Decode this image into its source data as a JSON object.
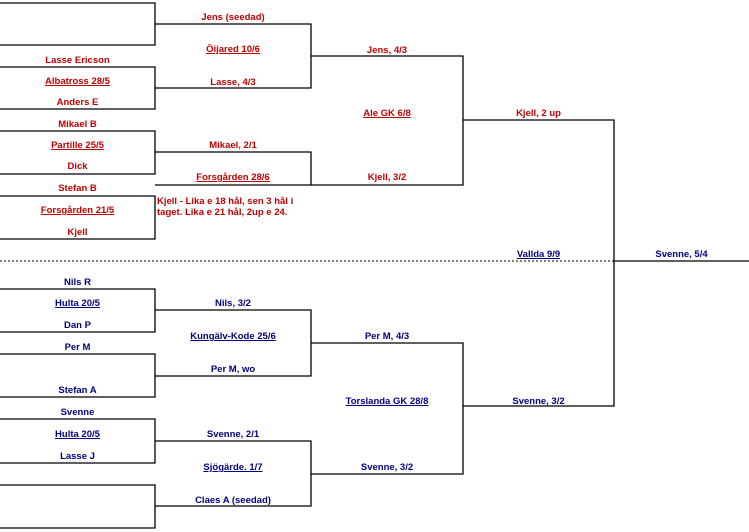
{
  "colors": {
    "top_half": "#c00000",
    "bottom_half": "#000080",
    "lines": "#000000"
  },
  "top": {
    "r1": {
      "p1": "Jens (seedad)",
      "m1_venue": "Öijared 10/6",
      "p2": "Lasse Ericson",
      "m2_venue": "Albatross 28/5",
      "p3": "Anders E",
      "p4": "Mikael B",
      "m3_venue": "Partille 25/5",
      "p5": "Dick",
      "p6": "Stefan B",
      "m4_venue": "Forsgården 21/5",
      "p7": "Kjell"
    },
    "r2": {
      "w2": "Lasse, 4/3",
      "w3": "Mikael, 2/1",
      "venue_b": "Forsgården 28/6",
      "w4": "Kjell - Lika e 18 hål, sen 3 hål i taget. Lika e 21 hål, 2up e 24."
    },
    "r3": {
      "w1": "Jens, 4/3",
      "venue": "Ale GK 6/8",
      "w2": "Kjell, 3/2"
    },
    "semi_winner": "Kjell, 2 up"
  },
  "final_venue": "Vallda 9/9",
  "champion": "Svenne, 5/4",
  "bottom": {
    "r1": {
      "p1": "Nils R",
      "m1_venue": "Hulta 20/5",
      "p2": "Dan P",
      "p3": "Per M",
      "p4": "Stefan A",
      "p5": "Svenne",
      "m3_venue": "Hulta 20/5",
      "p6": "Lasse J"
    },
    "r2": {
      "w1": "Nils, 3/2",
      "venue_a": "Kungälv-Kode 25/6",
      "w2": "Per M, wo",
      "w3": "Svenne, 2/1",
      "venue_b": "Sjögärde. 1/7",
      "w4": "Claes A (seedad)"
    },
    "r3": {
      "w1": "Per M, 4/3",
      "venue": "Torslanda GK 28/8",
      "w2": "Svenne, 3/2"
    },
    "semi_winner": "Svenne, 3/2"
  }
}
